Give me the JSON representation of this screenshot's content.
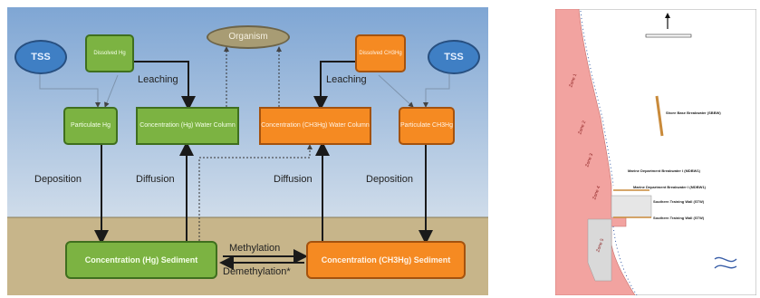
{
  "diagram": {
    "nodes": {
      "tss_left": "TSS",
      "tss_right": "TSS",
      "dissolved_hg": "Dissolved Hg",
      "organism": "Organism",
      "dissolved_ch3hg": "Dissolved CH3Hg",
      "particulate_hg": "Particulate Hg",
      "conc_hg_water": "Concentration (Hg) Water Column",
      "conc_ch3hg_water": "Concentration (CH3Hg) Water Column",
      "particulate_ch3hg": "Particulate CH3Hg",
      "conc_hg_sediment": "Concentration (Hg) Sediment",
      "conc_ch3hg_sediment": "Concentration (CH3Hg) Sediment"
    },
    "labels": {
      "leaching_left": "Leaching",
      "leaching_right": "Leaching",
      "deposition_left": "Deposition",
      "deposition_right": "Deposition",
      "diffusion_left": "Diffusion",
      "diffusion_right": "Diffusion",
      "methylation": "Methylation",
      "demethylation": "Demethylation*"
    },
    "colors": {
      "water": "#8fb3d9",
      "sediment": "#c7b58a",
      "hg": "#7cb342",
      "ch3hg": "#f58a22",
      "tss": "#3f7fc4"
    }
  },
  "map": {
    "zones": [
      "Zone 1",
      "Zone 2",
      "Zone 3",
      "Zone 4",
      "Zone 5"
    ],
    "labels": {
      "shore_base": "Shore Base Breakwater (SBBW)",
      "marine_dept_1": "Marine Department Breakwater I (MDBW1)",
      "marine_dept_2": "Marine Department Breakwater I (MDBW1)",
      "southern_training_1": "Southern Training Wall (STW)",
      "southern_training_2": "Southern Training Wall (STW)"
    },
    "colors": {
      "land": "#f2a3a0",
      "sea": "#ffffff",
      "breakwater": "#c98a3a"
    }
  }
}
